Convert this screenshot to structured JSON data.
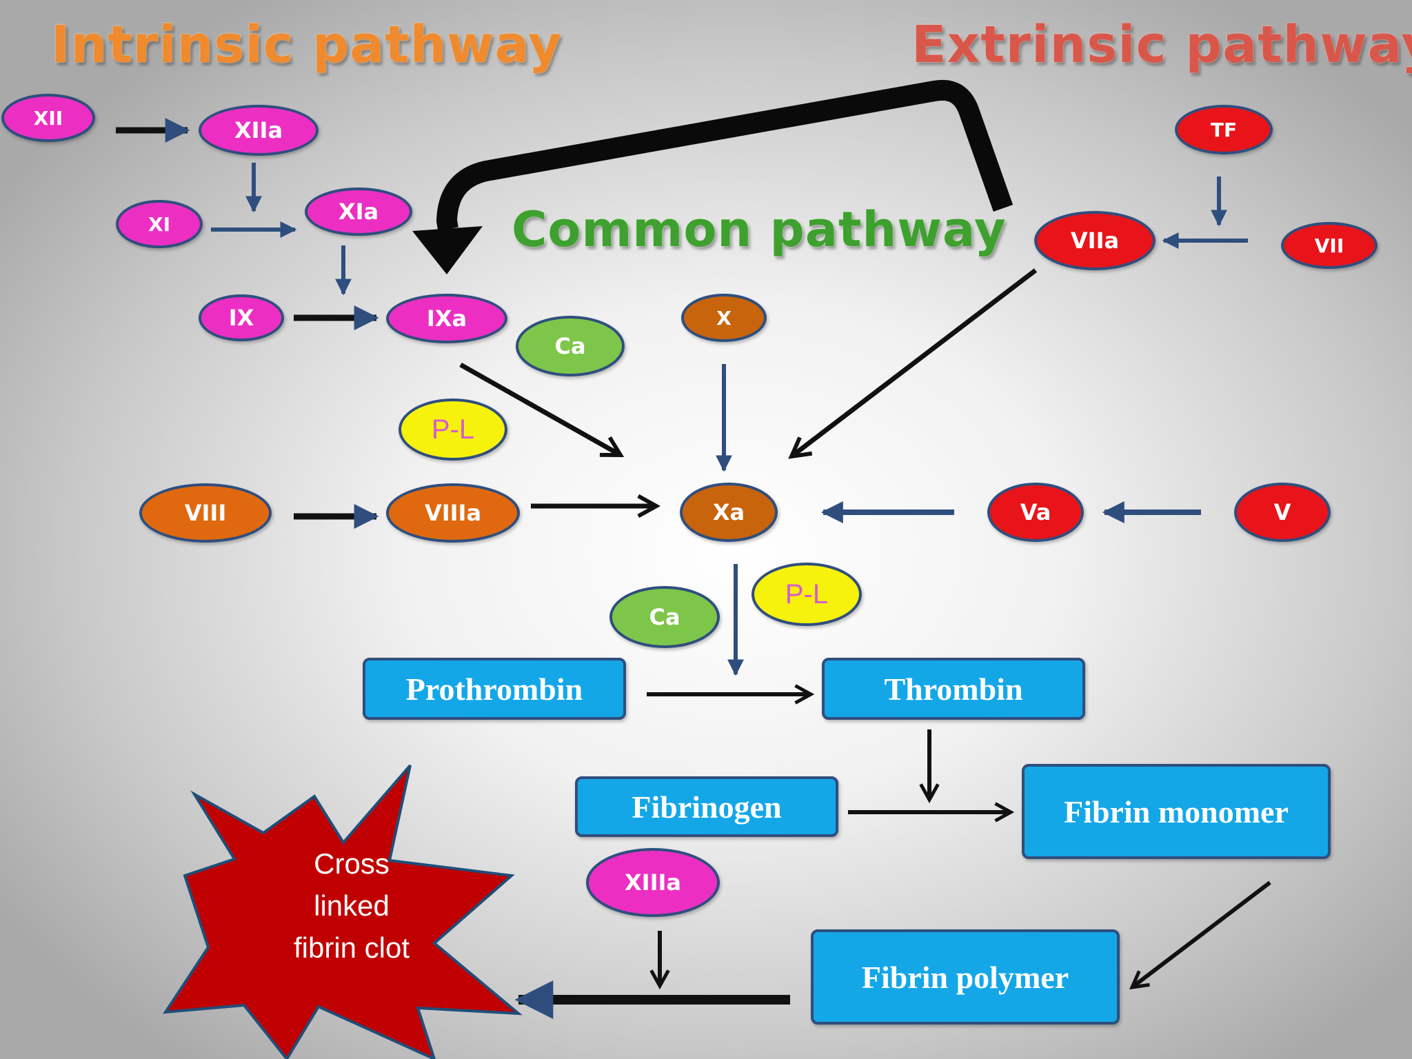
{
  "titles": {
    "intrinsic": "Intrinsic pathway",
    "extrinsic": "Extrinsic pathway",
    "common": "Common pathway"
  },
  "factors": {
    "xii": "XII",
    "xiia": "XIIa",
    "xi": "XI",
    "xia": "XIa",
    "ix": "IX",
    "ixa": "IXa",
    "ca_upper": "Ca",
    "x": "X",
    "pl_upper": "P-L",
    "viii": "VIII",
    "viiia": "VIIIa",
    "xa": "Xa",
    "va": "Va",
    "v": "V",
    "tf": "TF",
    "viia": "VIIa",
    "vii": "VII",
    "ca_lower": "Ca",
    "pl_lower": "P-L",
    "xiiia": "XIIIa"
  },
  "products": {
    "prothrombin": "Prothrombin",
    "thrombin": "Thrombin",
    "fibrinogen": "Fibrinogen",
    "fibrin_monomer": "Fibrin monomer",
    "fibrin_polymer": "Fibrin polymer"
  },
  "clot": {
    "line1": "Cross",
    "line2": "linked",
    "line3": "fibrin clot"
  },
  "colors": {
    "intrinsic_factor": "#ec2fc2",
    "extrinsic_factor": "#e8141a",
    "common_factor": "#c8640c",
    "cofactor_viii": "#e0690f",
    "calcium": "#7ec64a",
    "phospholipid": "#f7f20c",
    "product_box": "#14a7e8",
    "clot_star": "#c00000",
    "outline": "#2f4e7e"
  }
}
